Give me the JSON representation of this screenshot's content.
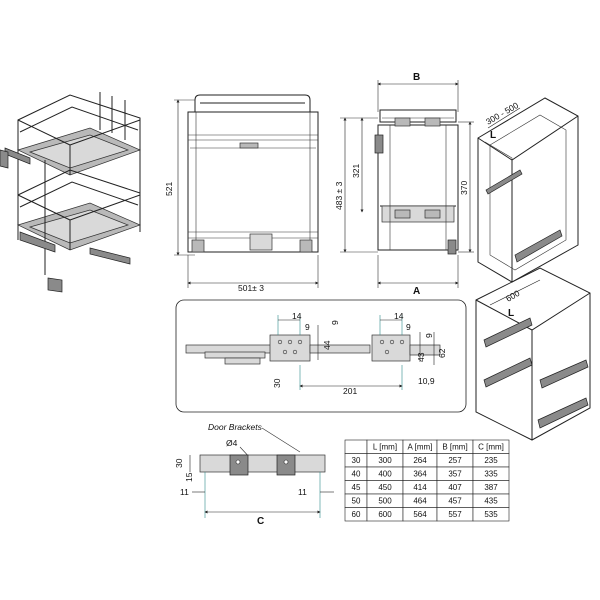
{
  "front_view": {
    "height_label": "521",
    "width_label": "501± 3"
  },
  "side_view": {
    "total_height_label": "483 ± 3",
    "upper_height_label": "321",
    "lower_height_label": "370",
    "top_label": "B",
    "bottom_label": "A"
  },
  "cabinet_top": {
    "range_label": "300 - 500",
    "l_label": "L"
  },
  "cabinet_bottom": {
    "width_label": "600",
    "l_label": "L"
  },
  "rail_detail": {
    "dims": [
      "14",
      "9",
      "9",
      "14",
      "9",
      "9",
      "44",
      "43",
      "62",
      "30",
      "201",
      "10,9"
    ]
  },
  "door_bracket": {
    "title": "Door Brackets",
    "hole_label": "Ø4",
    "height_30": "30",
    "height_15": "15",
    "left_11": "11",
    "right_11": "11",
    "c_label": "C"
  },
  "table": {
    "headers": [
      "",
      "L [mm]",
      "A [mm]",
      "B [mm]",
      "C [mm]"
    ],
    "rows": [
      [
        "30",
        "300",
        "264",
        "257",
        "235"
      ],
      [
        "40",
        "400",
        "364",
        "357",
        "335"
      ],
      [
        "45",
        "450",
        "414",
        "407",
        "387"
      ],
      [
        "50",
        "500",
        "464",
        "457",
        "435"
      ],
      [
        "60",
        "600",
        "564",
        "557",
        "535"
      ]
    ]
  }
}
